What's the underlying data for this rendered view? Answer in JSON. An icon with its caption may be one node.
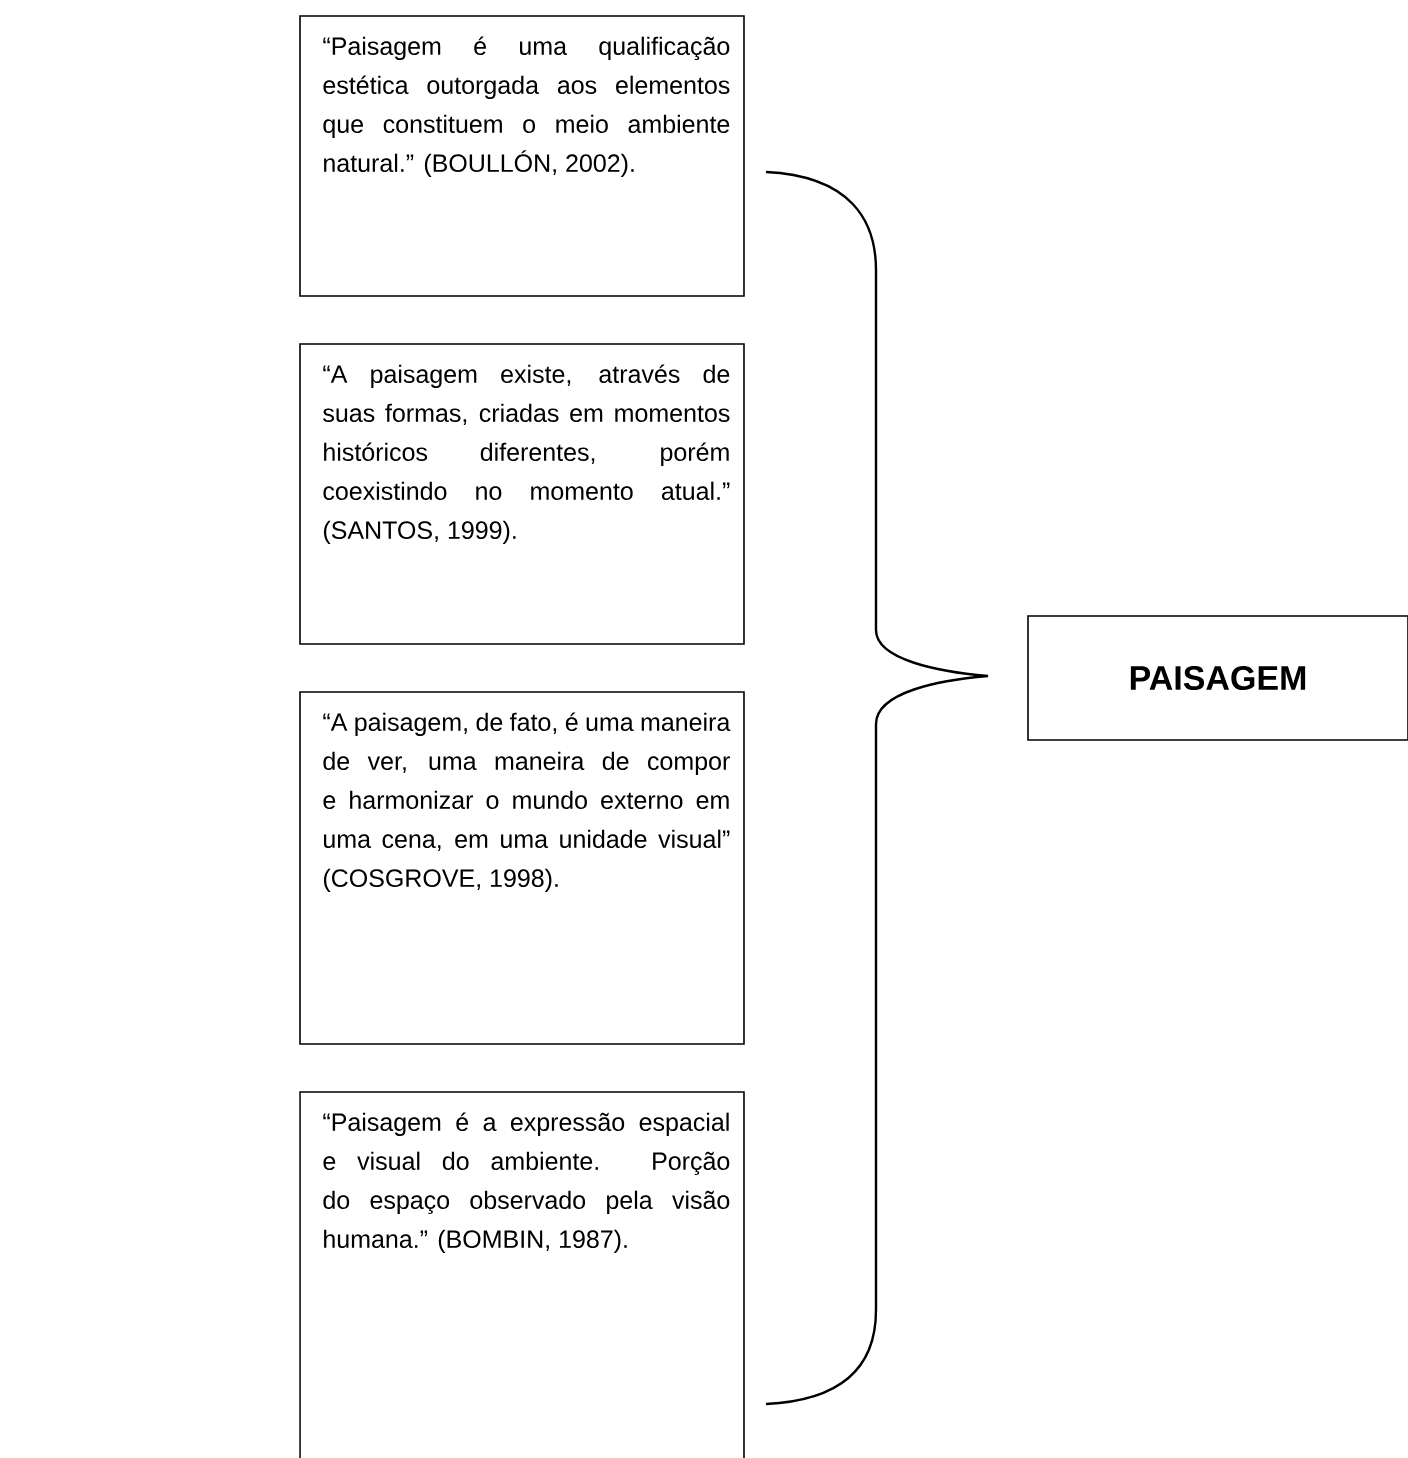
{
  "diagram": {
    "nodes": [
      {
        "text": [
          "“Paisagem é uma qualificação estética outorgada aos elementos que constituem o meio ambiente natural.” (BOULLÓN, 2002)."
        ]
      },
      {
        "text": [
          "“A paisagem existe, através de suas formas, criadas em momentos históricos diferentes, porém coexistindo no momento atual.” (SANTOS, 1999)."
        ]
      },
      {
        "text": [
          "“A paisagem, de fato, é uma maneira de ver, uma maneira de compor e harmonizar o mundo externo em uma cena, em uma unidade visual” (COSGROVE, 1998)."
        ]
      },
      {
        "text": [
          "“Paisagem é a expressão espacial e visual do ambiente. Porção do espaço observado pela visão humana.” (BOMBIN, 1987)."
        ]
      },
      {
        "text": [
          "PAISAGEM"
        ]
      }
    ]
  }
}
